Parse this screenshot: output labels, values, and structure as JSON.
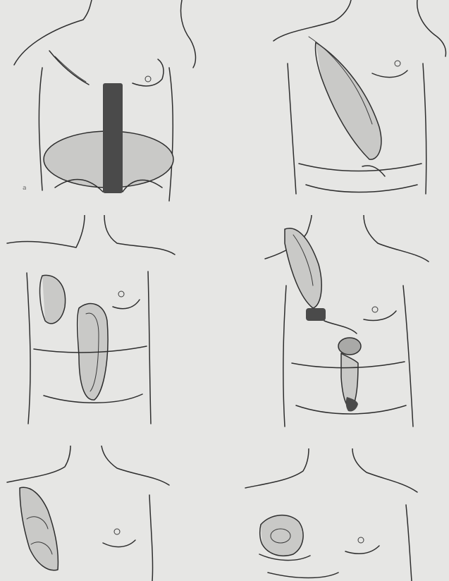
{
  "figure": {
    "panels": [
      {
        "id": "a",
        "label": "a"
      },
      {
        "id": "b",
        "label": ""
      },
      {
        "id": "c",
        "label": ""
      },
      {
        "id": "d",
        "label": ""
      },
      {
        "id": "e",
        "label": ""
      },
      {
        "id": "f",
        "label": ""
      }
    ]
  },
  "colors": {
    "paper": "#e6e6e4",
    "ink": "#2e2e2e",
    "shade": "#a9a9a7",
    "dark": "#4a4a4a"
  }
}
